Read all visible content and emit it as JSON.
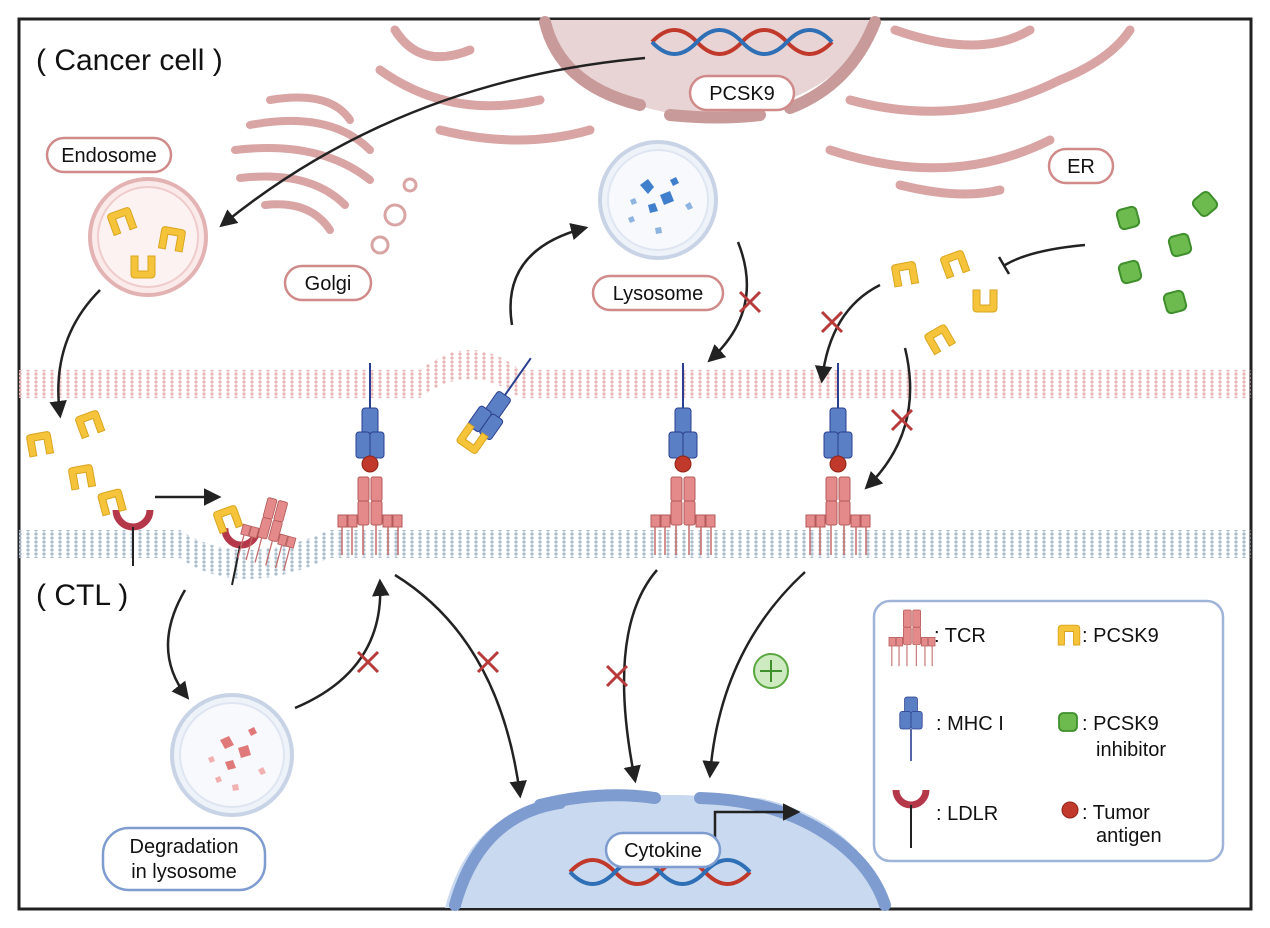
{
  "cell_labels": {
    "cancer_cell": "( Cancer cell )",
    "ctl": "( CTL )"
  },
  "organelles": {
    "pcsk9": "PCSK9",
    "endosome": "Endosome",
    "golgi": "Golgi",
    "er": "ER",
    "lysosome": "Lysosome",
    "degradation": [
      "Degradation",
      "in lysosome"
    ],
    "cytokine": "Cytokine"
  },
  "legend": {
    "tcr": ": TCR",
    "pcsk9": ": PCSK9",
    "mhc": ": MHC I",
    "inhibitor": [
      ": PCSK9",
      "inhibitor"
    ],
    "ldlr": ": LDLR",
    "antigen": [
      ": Tumor",
      "antigen"
    ]
  },
  "colors": {
    "organelle_pink": "#d08a8a",
    "nucleus_fill": "#e8d4d4",
    "pcsk9_yellow": "#f5c43a",
    "inhibitor_green": "#6dbb4f",
    "mhc_blue": "#5b7fc4",
    "tcr_pink": "#e48a8a",
    "antigen_red": "#c0392b",
    "ldlr_red": "#b5384a",
    "ctl_nucleus_blue": "#a9c3e6",
    "block_red": "#b83a3a",
    "plus_green": "#cdeac0"
  }
}
